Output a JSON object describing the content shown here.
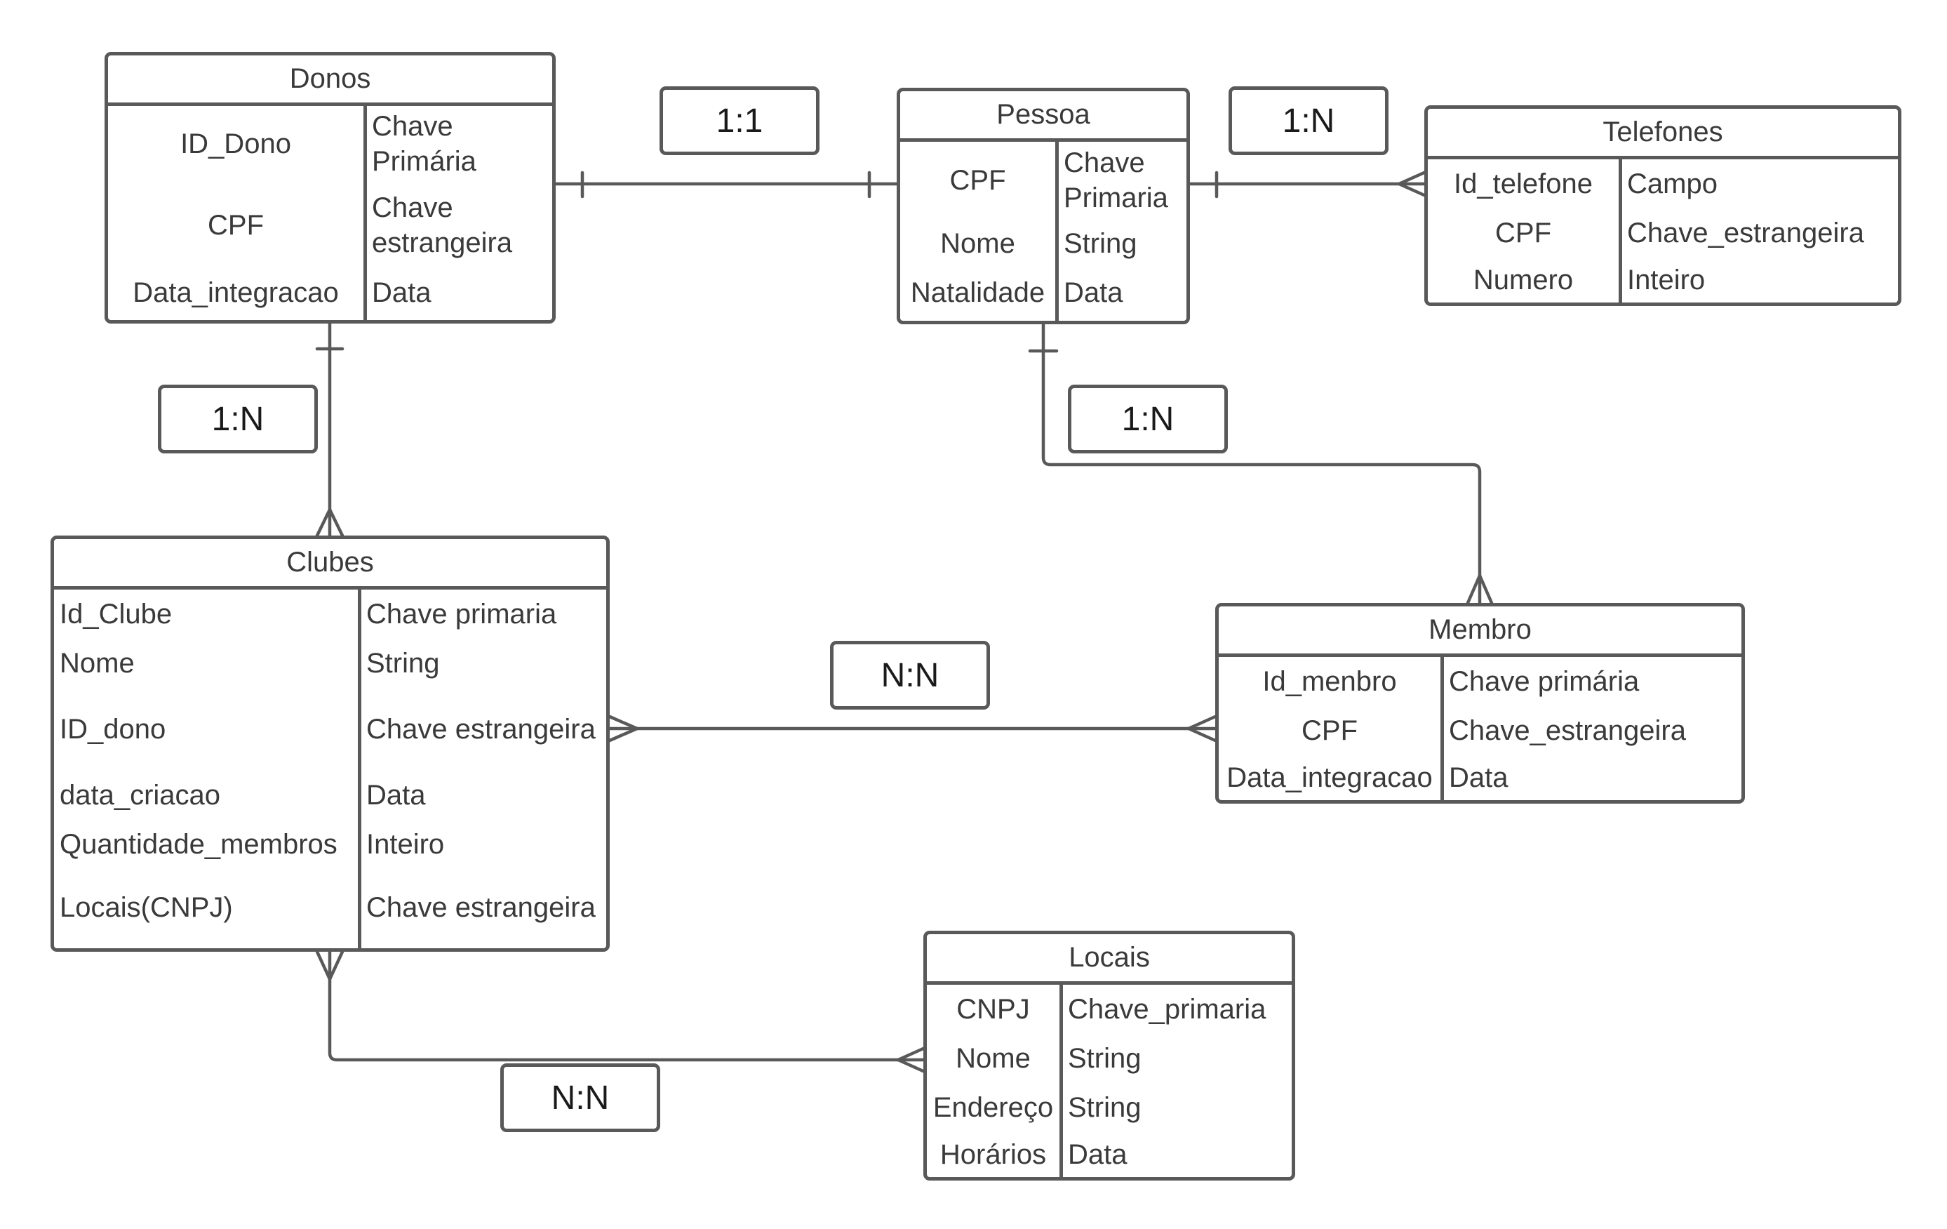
{
  "entities": {
    "donos": {
      "title": "Donos",
      "rows": [
        {
          "name": "ID_Dono",
          "type": "Chave Primária"
        },
        {
          "name": "CPF",
          "type": "Chave estrangeira"
        },
        {
          "name": "Data_integracao",
          "type": "Data"
        }
      ]
    },
    "pessoa": {
      "title": "Pessoa",
      "rows": [
        {
          "name": "CPF",
          "type": "Chave Primaria"
        },
        {
          "name": "Nome",
          "type": "String"
        },
        {
          "name": "Natalidade",
          "type": "Data"
        }
      ]
    },
    "telefones": {
      "title": "Telefones",
      "rows": [
        {
          "name": "Id_telefone",
          "type": "Campo"
        },
        {
          "name": "CPF",
          "type": "Chave_estrangeira"
        },
        {
          "name": "Numero",
          "type": "Inteiro"
        }
      ]
    },
    "clubes": {
      "title": "Clubes",
      "rows": [
        {
          "name": "Id_Clube",
          "type": "Chave primaria"
        },
        {
          "name": "Nome",
          "type": "String"
        },
        {
          "name": "ID_dono",
          "type": "Chave estrangeira"
        },
        {
          "name": "data_criacao",
          "type": "Data"
        },
        {
          "name": "Quantidade_membros",
          "type": "Inteiro"
        },
        {
          "name": "Locais(CNPJ)",
          "type": "Chave estrangeira"
        }
      ]
    },
    "membro": {
      "title": "Membro",
      "rows": [
        {
          "name": "Id_menbro",
          "type": "Chave primária"
        },
        {
          "name": "CPF",
          "type": "Chave_estrangeira"
        },
        {
          "name": "Data_integracao",
          "type": "Data"
        }
      ]
    },
    "locais": {
      "title": "Locais",
      "rows": [
        {
          "name": "CNPJ",
          "type": "Chave_primaria"
        },
        {
          "name": "Nome",
          "type": "String"
        },
        {
          "name": "Endereço",
          "type": "String"
        },
        {
          "name": "Horários",
          "type": "Data"
        }
      ]
    }
  },
  "cardinalities": {
    "donos_pessoa": "1:1",
    "pessoa_telefones": "1:N",
    "donos_clubes": "1:N",
    "pessoa_membro": "1:N",
    "clubes_membro": "N:N",
    "clubes_locais": "N:N"
  },
  "colors": {
    "stroke": "#595959",
    "text": "#3a3a3a"
  }
}
